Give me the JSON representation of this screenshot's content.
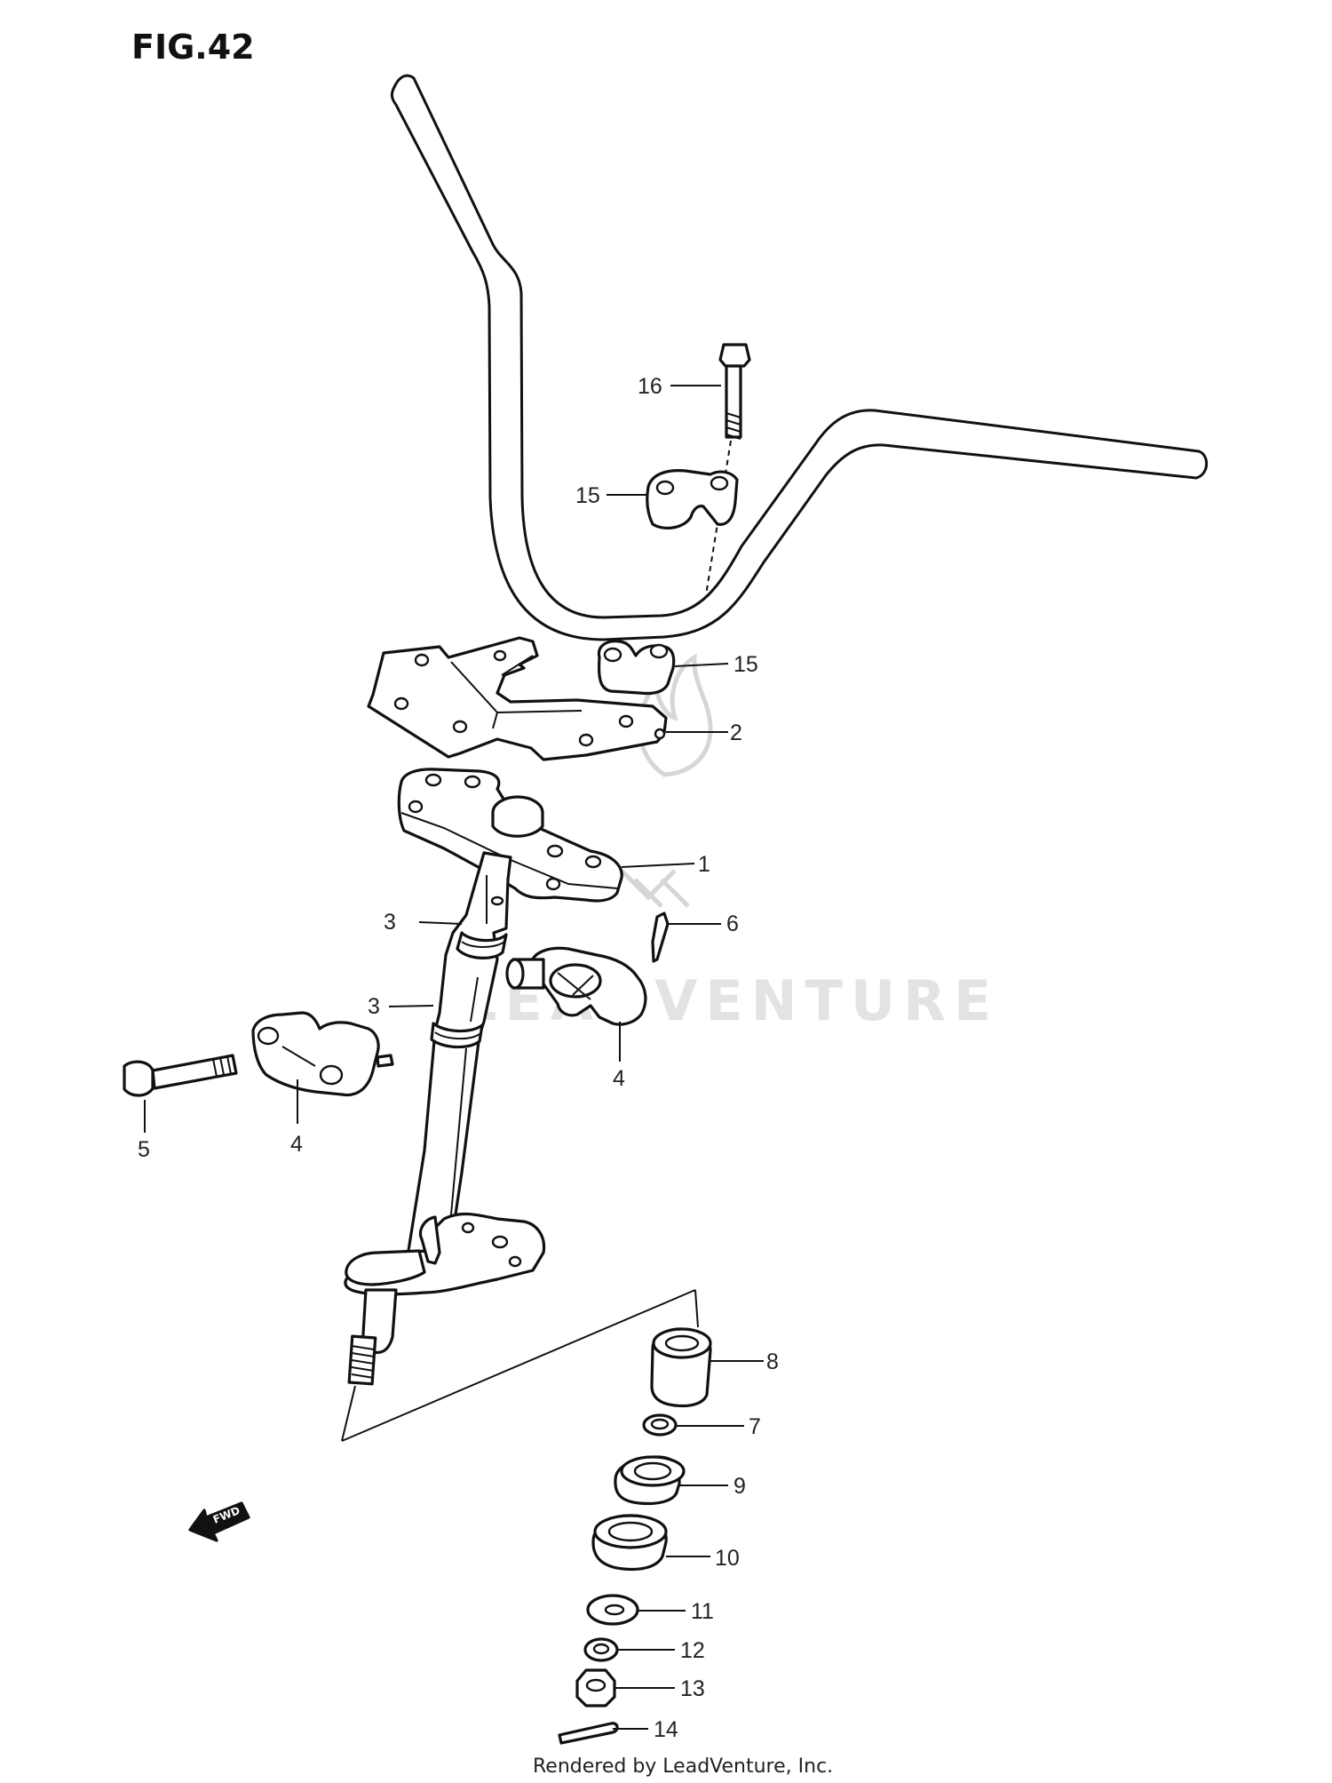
{
  "figure": {
    "title": "FIG.42",
    "credit": "Rendered by LeadVenture, Inc.",
    "watermark_text": "LEADVENTURE",
    "fwd_arrow_label": "FWD"
  },
  "callouts": [
    {
      "id": "c16",
      "label": "16"
    },
    {
      "id": "c15a",
      "label": "15"
    },
    {
      "id": "c15b",
      "label": "15"
    },
    {
      "id": "c2",
      "label": "2"
    },
    {
      "id": "c1",
      "label": "1"
    },
    {
      "id": "c3a",
      "label": "3"
    },
    {
      "id": "c6",
      "label": "6"
    },
    {
      "id": "c3b",
      "label": "3"
    },
    {
      "id": "c4a",
      "label": "4"
    },
    {
      "id": "c5",
      "label": "5"
    },
    {
      "id": "c4b",
      "label": "4"
    },
    {
      "id": "c8",
      "label": "8"
    },
    {
      "id": "c7",
      "label": "7"
    },
    {
      "id": "c9",
      "label": "9"
    },
    {
      "id": "c10",
      "label": "10"
    },
    {
      "id": "c11",
      "label": "11"
    },
    {
      "id": "c12",
      "label": "12"
    },
    {
      "id": "c13",
      "label": "13"
    },
    {
      "id": "c14",
      "label": "14"
    }
  ]
}
